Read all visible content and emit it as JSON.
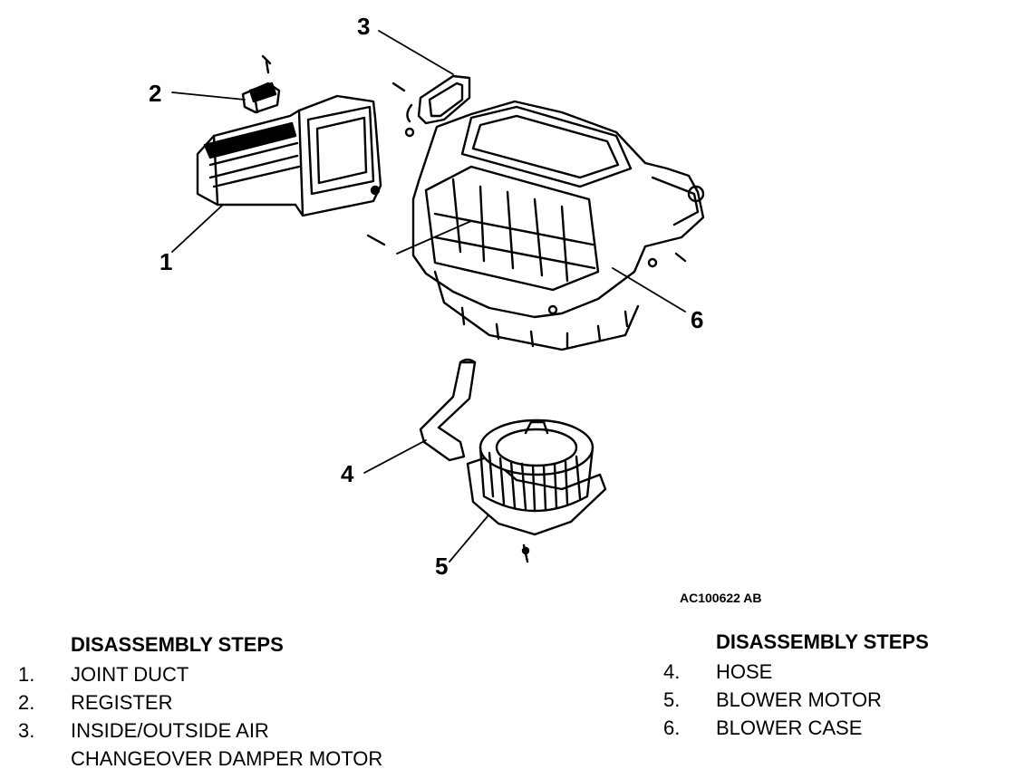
{
  "diagram": {
    "figure_code": "AC100622 AB",
    "callouts": [
      "1",
      "2",
      "3",
      "4",
      "5",
      "6"
    ]
  },
  "steps_left": {
    "heading": "DISASSEMBLY STEPS",
    "items": [
      {
        "num": "1.",
        "label": "JOINT DUCT"
      },
      {
        "num": "2.",
        "label": "REGISTER"
      },
      {
        "num": "3.",
        "label": "INSIDE/OUTSIDE AIR"
      }
    ],
    "continuation": "CHANGEOVER DAMPER MOTOR"
  },
  "steps_right": {
    "heading": "DISASSEMBLY STEPS",
    "items": [
      {
        "num": "4.",
        "label": "HOSE"
      },
      {
        "num": "5.",
        "label": "BLOWER MOTOR"
      },
      {
        "num": "6.",
        "label": "BLOWER CASE"
      }
    ]
  }
}
